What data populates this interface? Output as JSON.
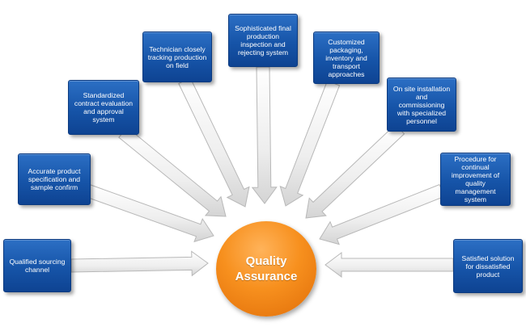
{
  "center": {
    "line1": "Quality",
    "line2": "Assurance"
  },
  "nodes": [
    {
      "id": "qualified-sourcing",
      "lines": [
        "Qualified sourcing",
        "channel"
      ]
    },
    {
      "id": "accurate-product-spec",
      "lines": [
        "Accurate product",
        "specification and",
        "sample confirm"
      ]
    },
    {
      "id": "standardized-contract",
      "lines": [
        "Standardized",
        "contract evaluation",
        "and approval",
        "system"
      ]
    },
    {
      "id": "technician-tracking",
      "lines": [
        "Technician closely",
        "tracking production",
        "on field"
      ]
    },
    {
      "id": "final-inspection",
      "lines": [
        "Sophisticated final",
        "production",
        "inspection and",
        "rejecting system"
      ]
    },
    {
      "id": "customized-packaging",
      "lines": [
        "Customized",
        "packaging,",
        "inventory and",
        "transport",
        "approaches"
      ]
    },
    {
      "id": "onsite-installation",
      "lines": [
        "On site installation",
        "and",
        "commissioning",
        "with specialized",
        "personnel"
      ]
    },
    {
      "id": "continual-improvement",
      "lines": [
        "Procedure for",
        "continual",
        "improvement of",
        "quality",
        "management",
        "system"
      ]
    },
    {
      "id": "satisfied-solution",
      "lines": [
        "Satisfied solution",
        "for dissatisfied",
        "product"
      ]
    }
  ],
  "colors": {
    "box": "#1654a8",
    "hub": "#f7901e",
    "arrow_fill": "#f4f4f4",
    "arrow_stroke": "#b8b8b8"
  }
}
